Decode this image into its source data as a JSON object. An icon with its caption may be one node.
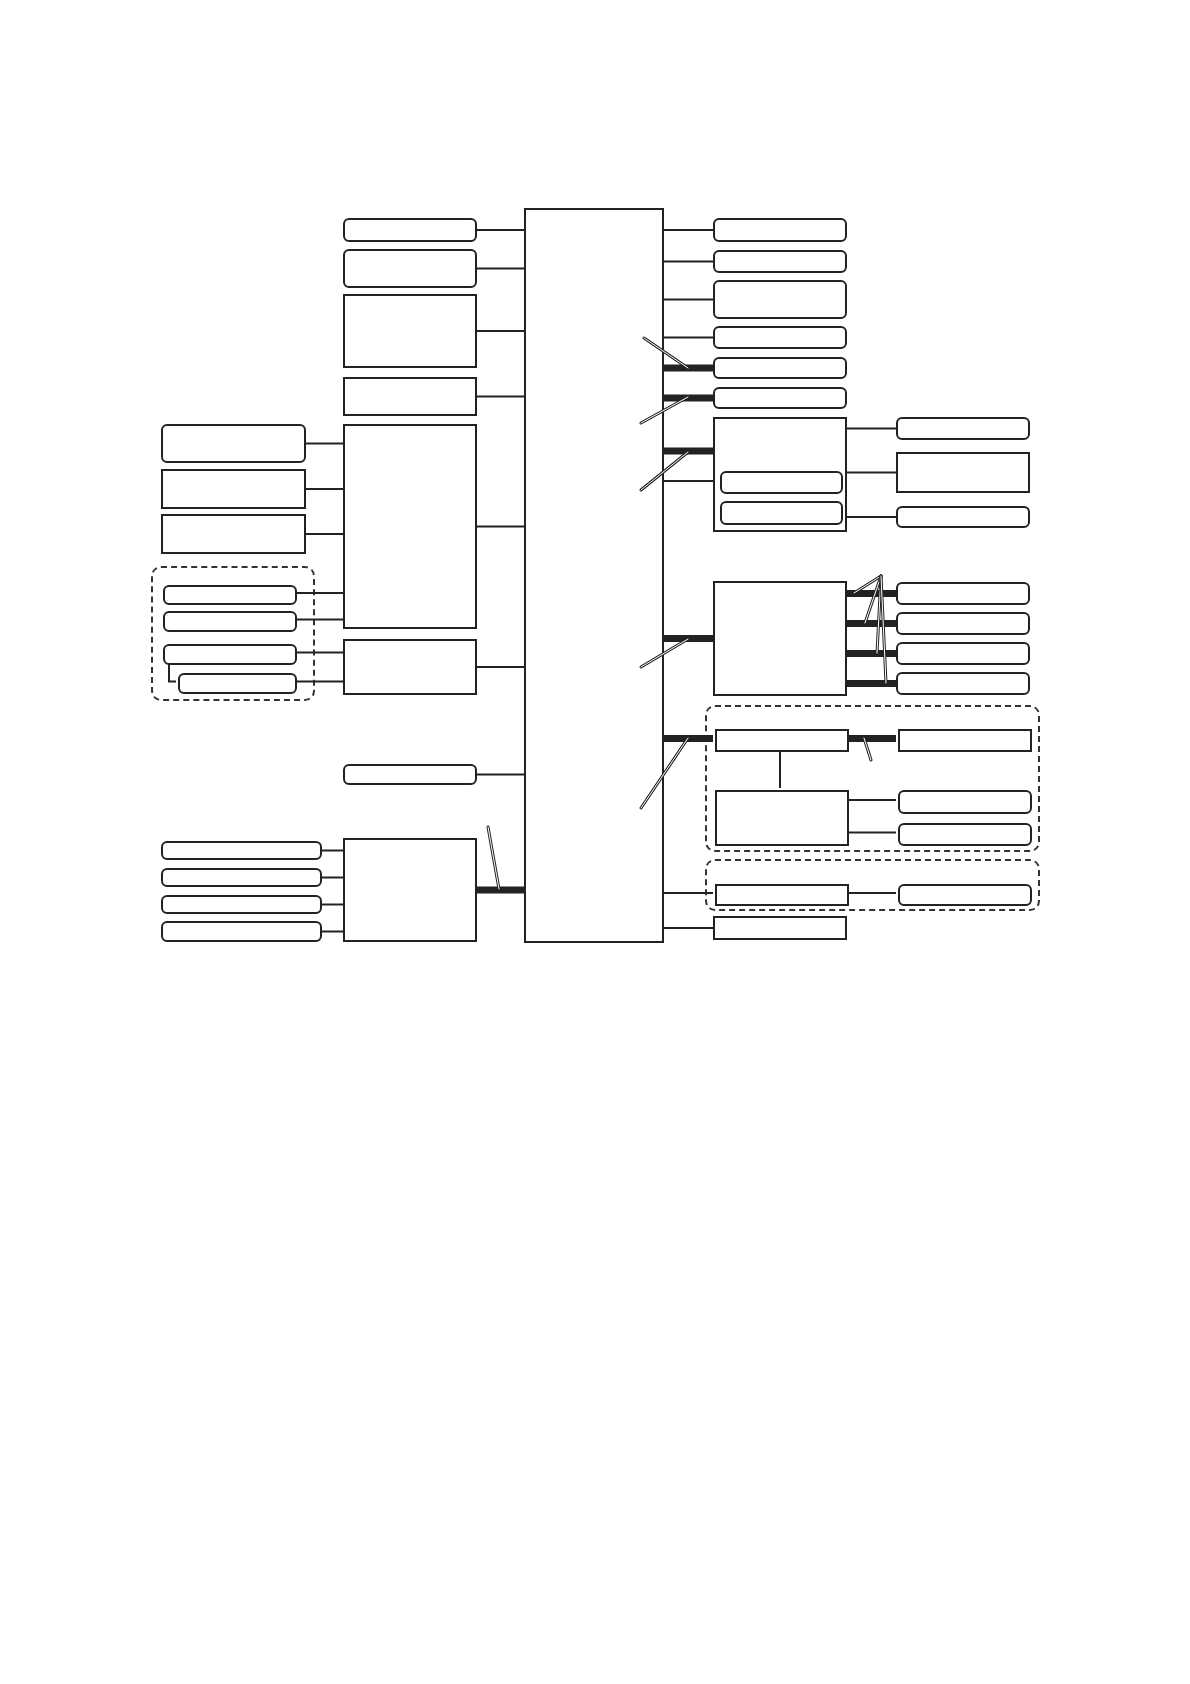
{
  "diagram": {
    "nodes": [
      {
        "text": [],
        "shape": "box"
      },
      {
        "text": [],
        "shape": "rounded"
      },
      {
        "text": [],
        "shape": "rounded"
      },
      {
        "text": [],
        "shape": "box"
      },
      {
        "text": [],
        "shape": "box"
      },
      {
        "text": [],
        "shape": "box"
      },
      {
        "text": [],
        "shape": "box"
      },
      {
        "text": [],
        "shape": "rounded"
      },
      {
        "text": [],
        "shape": "box"
      },
      {
        "text": [],
        "shape": "rounded"
      },
      {
        "text": [],
        "shape": "box"
      },
      {
        "text": [],
        "shape": "box"
      },
      {
        "text": [],
        "shape": "frame"
      },
      {
        "text": [],
        "shape": "rounded",
        "in": 12
      },
      {
        "text": [],
        "shape": "rounded",
        "in": 12
      },
      {
        "text": [],
        "shape": "rounded",
        "in": 12
      },
      {
        "text": [],
        "shape": "rounded",
        "in": 12
      },
      {
        "text": [],
        "shape": "rounded"
      },
      {
        "text": [],
        "shape": "rounded"
      },
      {
        "text": [],
        "shape": "rounded"
      },
      {
        "text": [],
        "shape": "rounded"
      },
      {
        "text": [],
        "shape": "rounded"
      },
      {
        "text": [],
        "shape": "rounded"
      },
      {
        "text": [],
        "shape": "rounded"
      },
      {
        "text": [],
        "shape": "rounded"
      },
      {
        "text": [],
        "shape": "rounded"
      },
      {
        "text": [],
        "shape": "rounded"
      },
      {
        "text": [],
        "shape": "box"
      },
      {
        "text": [],
        "shape": "rounded",
        "in": 27
      },
      {
        "text": [],
        "shape": "rounded",
        "in": 27
      },
      {
        "text": [],
        "shape": "rounded"
      },
      {
        "text": [],
        "shape": "box"
      },
      {
        "text": [],
        "shape": "rounded"
      },
      {
        "text": [],
        "shape": "box"
      },
      {
        "text": [],
        "shape": "rounded"
      },
      {
        "text": [],
        "shape": "rounded"
      },
      {
        "text": [],
        "shape": "rounded"
      },
      {
        "text": [],
        "shape": "rounded"
      },
      {
        "text": [],
        "shape": "frame"
      },
      {
        "text": [],
        "shape": "box",
        "in": 38
      },
      {
        "text": [],
        "shape": "box",
        "in": 38
      },
      {
        "text": [],
        "shape": "box",
        "in": 38
      },
      {
        "text": [],
        "shape": "rounded",
        "in": 38
      },
      {
        "text": [],
        "shape": "rounded",
        "in": 38
      },
      {
        "text": [],
        "shape": "frame"
      },
      {
        "text": [],
        "shape": "box",
        "in": 44
      },
      {
        "text": [],
        "shape": "rounded",
        "in": 44
      },
      {
        "text": [],
        "shape": "box"
      }
    ],
    "edges": [
      {
        "from": 1,
        "to": 0,
        "arrow": "none"
      },
      {
        "from": 2,
        "to": 0,
        "arrow": "none"
      },
      {
        "from": 3,
        "to": 0,
        "arrow": "none"
      },
      {
        "from": 4,
        "to": 0,
        "arrow": "none"
      },
      {
        "from": 5,
        "to": 0,
        "arrow": "none"
      },
      {
        "from": 6,
        "to": 0,
        "arrow": "none"
      },
      {
        "from": 7,
        "to": 0,
        "arrow": "none"
      },
      {
        "from": 8,
        "to": 0,
        "arrow": "none",
        "style": "thick"
      },
      {
        "from": 9,
        "to": 5,
        "arrow": "none"
      },
      {
        "from": 10,
        "to": 5,
        "arrow": "none"
      },
      {
        "from": 11,
        "to": 5,
        "arrow": "none"
      },
      {
        "from": 13,
        "to": 5,
        "arrow": "none"
      },
      {
        "from": 14,
        "to": 5,
        "arrow": "none"
      },
      {
        "from": 15,
        "to": 6,
        "arrow": "none"
      },
      {
        "from": 16,
        "to": 6,
        "arrow": "none"
      },
      {
        "from": 15,
        "to": 16,
        "arrow": "none"
      },
      {
        "from": 17,
        "to": 8,
        "arrow": "none"
      },
      {
        "from": 18,
        "to": 8,
        "arrow": "none"
      },
      {
        "from": 19,
        "to": 8,
        "arrow": "none"
      },
      {
        "from": 20,
        "to": 8,
        "arrow": "none"
      },
      {
        "from": 0,
        "to": 21,
        "arrow": "none"
      },
      {
        "from": 0,
        "to": 22,
        "arrow": "none"
      },
      {
        "from": 0,
        "to": 23,
        "arrow": "none"
      },
      {
        "from": 0,
        "to": 24,
        "arrow": "none"
      },
      {
        "from": 0,
        "to": 25,
        "arrow": "none",
        "style": "thick"
      },
      {
        "from": 0,
        "to": 26,
        "arrow": "none",
        "style": "thick"
      },
      {
        "from": 0,
        "to": 27,
        "arrow": "none",
        "style": "thick"
      },
      {
        "from": 0,
        "to": 27,
        "arrow": "none"
      },
      {
        "from": 27,
        "to": 30,
        "arrow": "none"
      },
      {
        "from": 27,
        "to": 31,
        "arrow": "none"
      },
      {
        "from": 27,
        "to": 32,
        "arrow": "none"
      },
      {
        "from": 0,
        "to": 33,
        "arrow": "none",
        "style": "thick"
      },
      {
        "from": 33,
        "to": 34,
        "arrow": "none",
        "style": "thick"
      },
      {
        "from": 33,
        "to": 35,
        "arrow": "none",
        "style": "thick"
      },
      {
        "from": 33,
        "to": 36,
        "arrow": "none",
        "style": "thick"
      },
      {
        "from": 33,
        "to": 37,
        "arrow": "none",
        "style": "thick"
      },
      {
        "from": 0,
        "to": 39,
        "arrow": "none",
        "style": "thick"
      },
      {
        "from": 39,
        "to": 40,
        "arrow": "none",
        "style": "thick"
      },
      {
        "from": 39,
        "to": 41,
        "arrow": "none"
      },
      {
        "from": 41,
        "to": 42,
        "arrow": "none"
      },
      {
        "from": 41,
        "to": 43,
        "arrow": "none"
      },
      {
        "from": 0,
        "to": 45,
        "arrow": "none"
      },
      {
        "from": 45,
        "to": 46,
        "arrow": "none"
      },
      {
        "from": 0,
        "to": 47,
        "arrow": "none"
      },
      {
        "from": 0,
        "to": null,
        "arrow": "none"
      },
      {
        "from": 0,
        "to": null,
        "arrow": "none"
      },
      {
        "from": 0,
        "to": null,
        "arrow": "none"
      },
      {
        "from": 0,
        "to": null,
        "arrow": "none"
      },
      {
        "from": 0,
        "to": 38,
        "arrow": "none"
      },
      {
        "from": 8,
        "to": null,
        "arrow": "none"
      },
      {
        "from": 39,
        "to": null,
        "arrow": "none"
      },
      {
        "from": 34,
        "to": 33,
        "arrow": "none"
      },
      {
        "from": 34,
        "to": 33,
        "arrow": "none"
      },
      {
        "from": 34,
        "to": 36,
        "arrow": "none"
      },
      {
        "from": 34,
        "to": 37,
        "arrow": "none"
      }
    ]
  }
}
